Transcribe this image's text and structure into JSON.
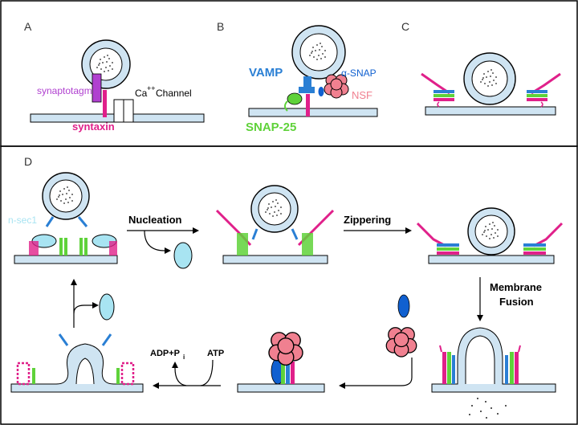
{
  "panels": {
    "A": {
      "letter": "A",
      "labels": {
        "synaptotagmin": "synaptotagmin",
        "syntaxin": "syntaxin",
        "ca": "Ca",
        "ca_sup": "++",
        "channel": "Channel"
      }
    },
    "B": {
      "letter": "B",
      "labels": {
        "vamp": "VAMP",
        "alpha_snap": "α-SNAP",
        "nsf": "NSF",
        "snap25": "SNAP-25"
      }
    },
    "C": {
      "letter": "C"
    },
    "D": {
      "letter": "D",
      "labels": {
        "nsec1": "n-sec1",
        "nucleation": "Nucleation",
        "zippering": "Zippering",
        "membrane": "Membrane",
        "fusion": "Fusion",
        "adp": "ADP+P",
        "adp_sub": "i",
        "atp": "ATP"
      }
    }
  },
  "colors": {
    "vesicle": "#cfe4f2",
    "membrane": "#cfe4f2",
    "synaptotagmin": "#b040d0",
    "syntaxin": "#e0208a",
    "vamp": "#2a7fd4",
    "snap25": "#5fd23a",
    "nsf": "#f08090",
    "nsec1": "#a8e4f2",
    "alpha_snap": "#1060d0",
    "outline": "#000000"
  }
}
